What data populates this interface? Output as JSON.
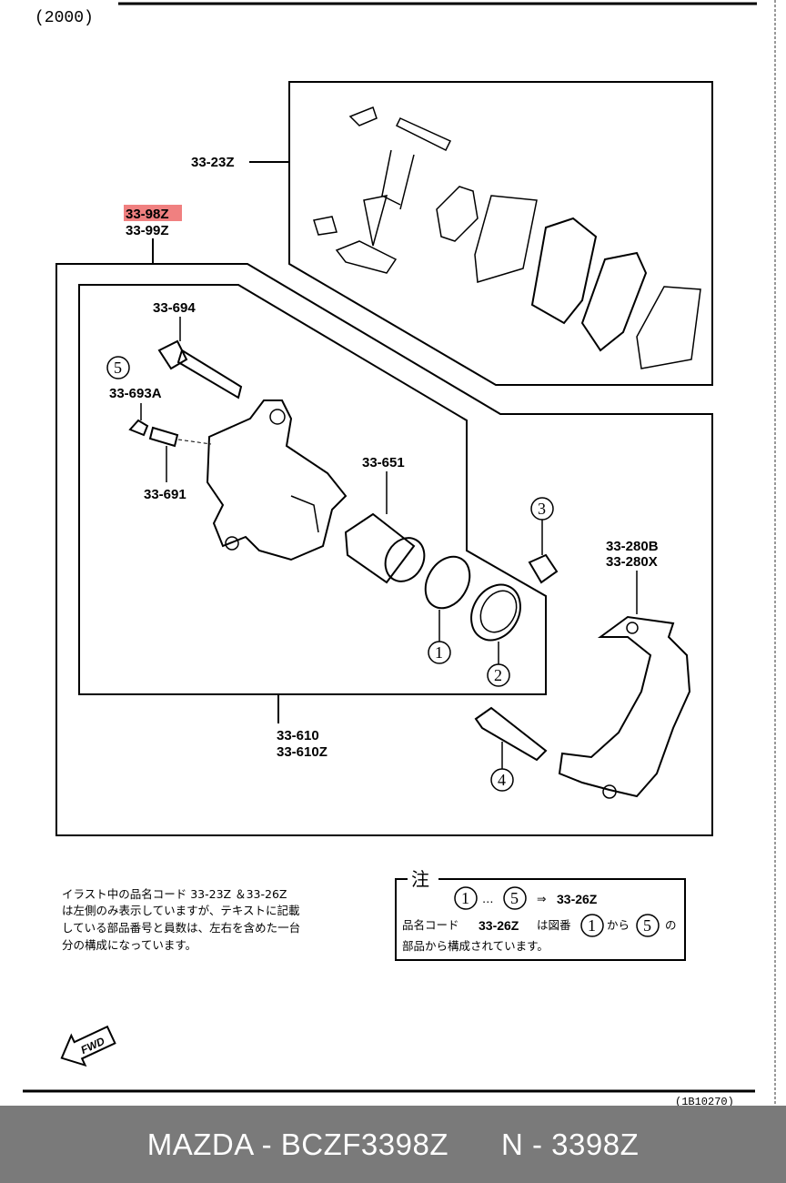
{
  "header": {
    "year_code": "(2000)"
  },
  "highlight_color": "#f08080",
  "labels": {
    "pad_kit": "33-23Z",
    "caliper_code_a": "33-98Z",
    "caliper_code_b": "33-99Z",
    "guide_pin": "33-694",
    "bleeder_cap": "33-693A",
    "bleeder_screw": "33-691",
    "piston": "33-651",
    "bracket_a": "33-280B",
    "bracket_b": "33-280X",
    "caliper_body_a": "33-610",
    "caliper_body_b": "33-610Z"
  },
  "callouts": [
    "1",
    "2",
    "3",
    "4",
    "5"
  ],
  "notes": {
    "left_lines": [
      "イラスト中の品名コード 33-23Z ＆33-26Z",
      "は左側のみ表示していますが、テキストに記載",
      "している部品番号と員数は、左右を含めた一台",
      "分の構成になっています。"
    ],
    "box_title": "注",
    "box_line1_from": "1",
    "box_line1_dots": "…",
    "box_line1_to": "5",
    "box_line1_arrow": "⇒",
    "box_line1_code": "33-26Z",
    "box_line2_pre": "品名コード",
    "box_line2_code": "33-26Z",
    "box_line2_mid": "は図番",
    "box_line2_from": "1",
    "box_line2_kara": "から",
    "box_line2_to": "5",
    "box_line2_no": "の",
    "box_line3": "部品から構成されています。"
  },
  "fwd_label": "FWD",
  "page_ref": "(1B10270)",
  "footer": {
    "brand_code": "MAZDA - BCZF3398Z",
    "n_code": "N - 3398Z"
  }
}
